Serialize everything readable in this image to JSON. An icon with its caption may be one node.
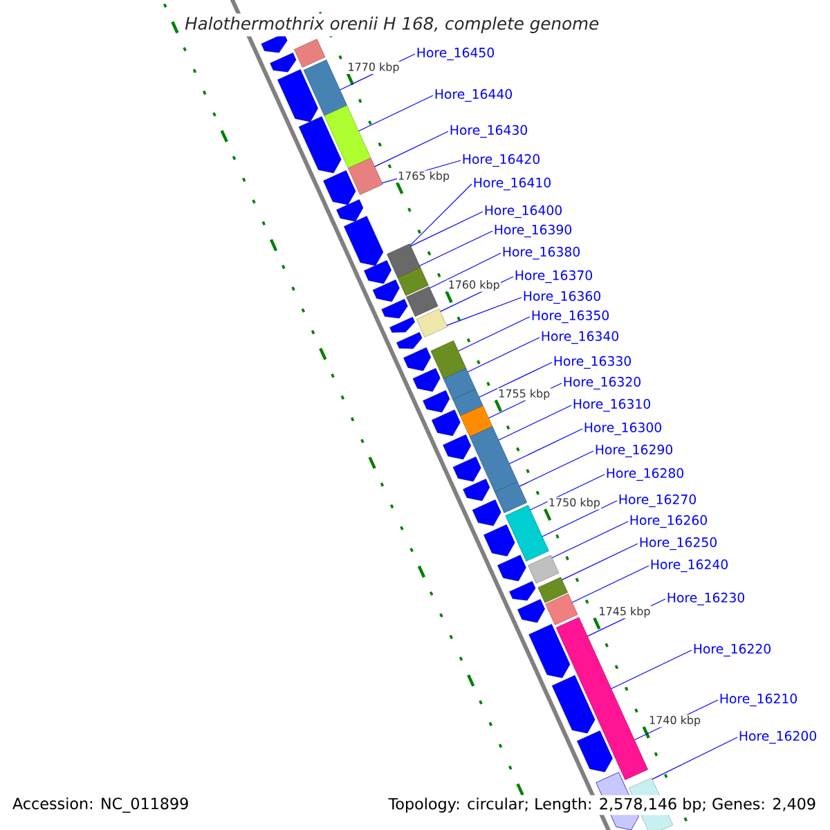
{
  "diagram": {
    "title": "Halothermothrix orenii H 168, complete genome",
    "nodes": [
      {
        "text": [
          "Hore_16450"
        ]
      },
      {
        "text": [
          "Hore_16440"
        ]
      },
      {
        "text": [
          "Hore_16430"
        ]
      },
      {
        "text": [
          "Hore_16420"
        ]
      },
      {
        "text": [
          "Hore_16410"
        ]
      },
      {
        "text": [
          "Hore_16400"
        ]
      },
      {
        "text": [
          "Hore_16390"
        ]
      },
      {
        "text": [
          "Hore_16380"
        ]
      },
      {
        "text": [
          "Hore_16370"
        ]
      },
      {
        "text": [
          "Hore_16360"
        ]
      },
      {
        "text": [
          "Hore_16350"
        ]
      },
      {
        "text": [
          "Hore_16340"
        ]
      },
      {
        "text": [
          "Hore_16330"
        ]
      },
      {
        "text": [
          "Hore_16320"
        ]
      },
      {
        "text": [
          "Hore_16310"
        ]
      },
      {
        "text": [
          "Hore_16300"
        ]
      },
      {
        "text": [
          "Hore_16290"
        ]
      },
      {
        "text": [
          "Hore_16280"
        ]
      },
      {
        "text": [
          "Hore_16270"
        ]
      },
      {
        "text": [
          "Hore_16260"
        ]
      },
      {
        "text": [
          "Hore_16250"
        ]
      },
      {
        "text": [
          "Hore_16240"
        ]
      },
      {
        "text": [
          "Hore_16230"
        ]
      },
      {
        "text": [
          "Hore_16220"
        ]
      },
      {
        "text": [
          "Hore_16210"
        ]
      },
      {
        "text": [
          "Hore_16200"
        ]
      },
      {
        "text": [],
        "shape": "box"
      },
      {
        "text": [],
        "shape": "box"
      },
      {
        "text": [],
        "shape": "box"
      },
      {
        "text": [],
        "shape": "box"
      },
      {
        "text": [],
        "shape": "box"
      },
      {
        "text": [],
        "shape": "box"
      },
      {
        "text": [],
        "shape": "box"
      },
      {
        "text": [],
        "shape": "box"
      },
      {
        "text": [],
        "shape": "box"
      },
      {
        "text": [],
        "shape": "box"
      },
      {
        "text": [],
        "shape": "box"
      },
      {
        "text": [],
        "shape": "box"
      },
      {
        "text": [],
        "shape": "box"
      },
      {
        "text": [],
        "shape": "box"
      },
      {
        "text": [],
        "shape": "box"
      },
      {
        "text": [],
        "shape": "box"
      },
      {
        "text": [],
        "shape": "box"
      },
      {
        "text": [],
        "shape": "box"
      },
      {
        "text": [],
        "shape": "box"
      },
      {
        "text": [],
        "shape": "box"
      }
    ],
    "edges": [
      {
        "from": 0,
        "to": 27,
        "arrow": "none"
      },
      {
        "from": 1,
        "to": 28,
        "arrow": "none"
      },
      {
        "from": 2,
        "to": 29,
        "arrow": "none"
      },
      {
        "from": 3,
        "to": 29,
        "arrow": "none"
      },
      {
        "from": 4,
        "to": 30,
        "arrow": "none"
      },
      {
        "from": 5,
        "to": 30,
        "arrow": "none"
      },
      {
        "from": 6,
        "to": 30,
        "arrow": "none"
      },
      {
        "from": 7,
        "to": 32,
        "arrow": "none"
      },
      {
        "from": 8,
        "to": 33,
        "arrow": "none"
      },
      {
        "from": 9,
        "to": 33,
        "arrow": "none"
      },
      {
        "from": 10,
        "to": 34,
        "arrow": "none"
      },
      {
        "from": 11,
        "to": 35,
        "arrow": "none"
      },
      {
        "from": 12,
        "to": 36,
        "arrow": "none"
      },
      {
        "from": 13,
        "to": 37,
        "arrow": "none"
      },
      {
        "from": 14,
        "to": 38,
        "arrow": "none"
      },
      {
        "from": 15,
        "to": 38,
        "arrow": "none"
      },
      {
        "from": 16,
        "to": 39,
        "arrow": "none"
      },
      {
        "from": 17,
        "to": 40,
        "arrow": "none"
      },
      {
        "from": 18,
        "to": 40,
        "arrow": "none"
      },
      {
        "from": 19,
        "to": 41,
        "arrow": "none"
      },
      {
        "from": 20,
        "to": 42,
        "arrow": "none"
      },
      {
        "from": 21,
        "to": 43,
        "arrow": "none"
      },
      {
        "from": 22,
        "to": 44,
        "arrow": "none"
      },
      {
        "from": 23,
        "to": 44,
        "arrow": "none"
      },
      {
        "from": 24,
        "to": 44,
        "arrow": "none"
      },
      {
        "from": 25,
        "to": 45,
        "arrow": "none"
      }
    ],
    "labels": [
      "1770 kbp",
      "1765 kbp",
      "1760 kbp",
      "1755 kbp",
      "1750 kbp",
      "1745 kbp",
      "1740 kbp",
      "Accession: NC_011899",
      "Topology: circular; Length: 2,578,146 bp; Genes: 2,409"
    ]
  }
}
